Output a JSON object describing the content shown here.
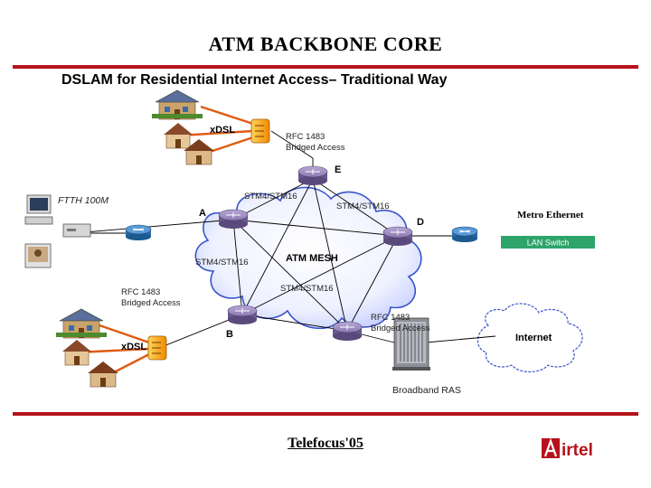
{
  "title": "ATM BACKBONE CORE",
  "subtitle": "DSLAM for Residential Internet Access– Traditional Way",
  "labels": {
    "xdsl_top": "xDSL",
    "xdsl_bottom": "xDSL",
    "rfc_top": "RFC 1483\nBridged Access",
    "rfc_left": "RFC 1483\nBridged Access",
    "rfc_bottom": "RFC 1483\nBridged Access",
    "node_e": "E",
    "node_a": "A",
    "node_d": "D",
    "node_b": "B",
    "ftth": "FTTH 100M",
    "stm_top": "STM4/STM16",
    "stm_right": "STM4/STM16",
    "stm_left": "STM4/STM16",
    "stm_bottom": "STM4/STM16",
    "atm_mesh": "ATM MESH",
    "metro_ethernet": "Metro Ethernet",
    "lan_switch": "LAN Switch",
    "internet": "Internet",
    "broadband_ras": "Broadband RAS"
  },
  "footer": "Telefocus'05",
  "logo_text": "Airtel",
  "colors": {
    "accent_red": "#b5121b",
    "cloud_blue": "#3a55c8",
    "router_purple": "#7a6a9c",
    "dslam_orange": "#f5a800",
    "lan_switch_green": "#2ea36a"
  }
}
